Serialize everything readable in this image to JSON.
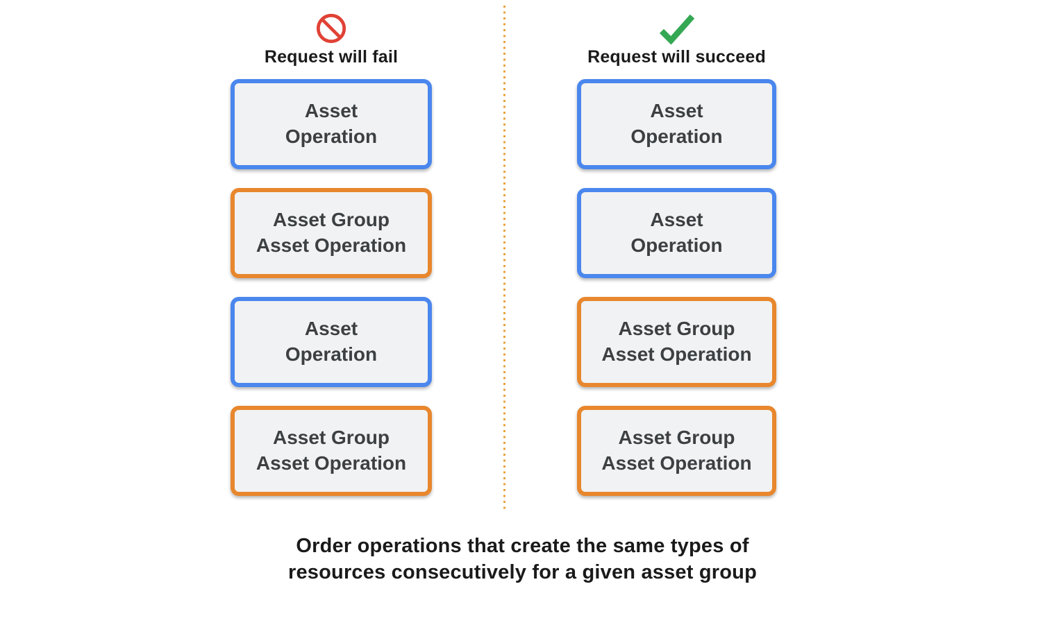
{
  "colors": {
    "blue": "#4A87EE",
    "orange": "#E8872D",
    "box-bg": "#F1F2F3",
    "box-text": "#3C4043",
    "red": "#E04235",
    "green": "#34A853",
    "divider": "#E9A13B",
    "heading-text": "#1A1A1A"
  },
  "columns": [
    {
      "id": "fail",
      "icon": "blocked-icon",
      "title": "Request will fail",
      "boxes": [
        {
          "type": "asset-operation",
          "color": "blue",
          "label": "Asset\nOperation"
        },
        {
          "type": "asset-group-asset-operation",
          "color": "orange",
          "label": "Asset Group\nAsset Operation"
        },
        {
          "type": "asset-operation",
          "color": "blue",
          "label": "Asset\nOperation"
        },
        {
          "type": "asset-group-asset-operation",
          "color": "orange",
          "label": "Asset Group\nAsset Operation"
        }
      ]
    },
    {
      "id": "succeed",
      "icon": "checkmark-icon",
      "title": "Request will succeed",
      "boxes": [
        {
          "type": "asset-operation",
          "color": "blue",
          "label": "Asset\nOperation"
        },
        {
          "type": "asset-operation",
          "color": "blue",
          "label": "Asset\nOperation"
        },
        {
          "type": "asset-group-asset-operation",
          "color": "orange",
          "label": "Asset Group\nAsset Operation"
        },
        {
          "type": "asset-group-asset-operation",
          "color": "orange",
          "label": "Asset Group\nAsset Operation"
        }
      ]
    }
  ],
  "caption": "Order operations that create the same types of\nresources consecutively for a given asset group"
}
